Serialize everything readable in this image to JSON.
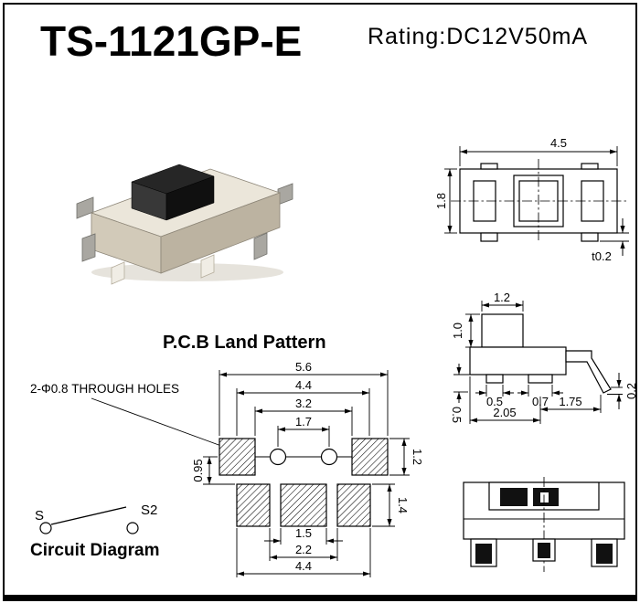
{
  "page": {
    "title": "TS-1121GP-E",
    "rating": "Rating:DC12V50mA"
  },
  "labels": {
    "land_pattern_title": "P.C.B Land Pattern",
    "circuit_title": "Circuit Diagram",
    "through_holes_note": "2-Φ0.8 THROUGH HOLES"
  },
  "circuit": {
    "terminal_s": "S",
    "terminal_s2": "S2"
  },
  "top_view": {
    "width": "4.5",
    "height": "1.8",
    "thickness": "t0.2"
  },
  "side_view": {
    "button_width": "1.2",
    "button_height": "1.0",
    "foot_left": "0.5",
    "foot_right": "0.7",
    "span_left": "2.05",
    "span_right": "1.75",
    "lead_thickness": "0.2",
    "base_height": "0.5"
  },
  "land_pattern": {
    "overall_width": "5.6",
    "pad_center_span": "4.4",
    "inner_span": "3.2",
    "hole_span": "1.7",
    "top_pad_height": "1.2",
    "bottom_pad_height": "1.4",
    "row_offset": "0.95",
    "center_pad_width": "1.5",
    "bottom_inner_span": "2.2",
    "bottom_outer_span": "4.4"
  }
}
